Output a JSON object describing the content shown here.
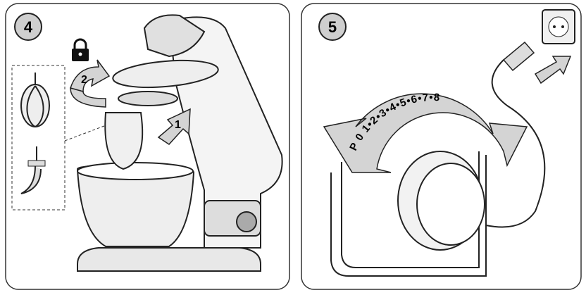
{
  "panels": [
    {
      "step": "4",
      "arrow_labels": [
        "1",
        "2"
      ],
      "icon": "lock-icon"
    },
    {
      "step": "5",
      "dial_text": "P 0 1•2•3•4•5•6•7•8",
      "icon": "power-plug-icon"
    }
  ],
  "colors": {
    "arrow_fill": "#d4d4d4",
    "stroke": "#222222",
    "step_badge": "#cfcfcf"
  }
}
